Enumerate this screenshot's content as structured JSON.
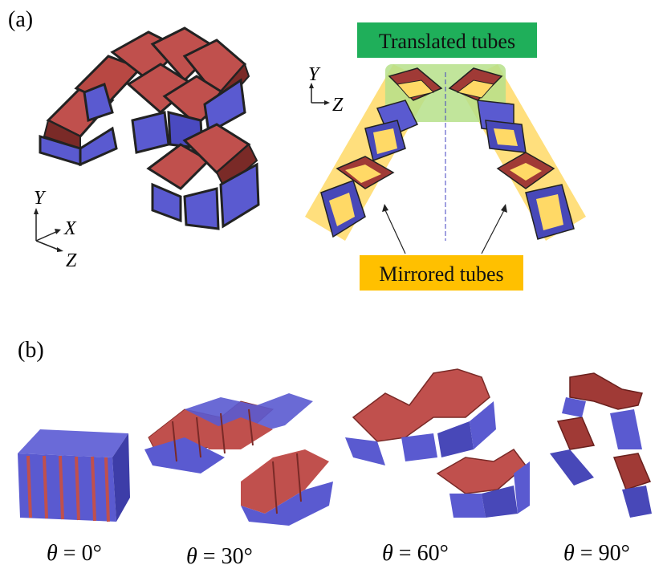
{
  "panel_a": {
    "label": "(a)",
    "axes_3d": {
      "y": "Y",
      "x": "X",
      "z": "Z"
    },
    "axes_2d": {
      "y": "Y",
      "z": "Z"
    },
    "translated_label": "Translated tubes",
    "mirrored_label": "Mirrored tubes"
  },
  "panel_b": {
    "label": "(b)",
    "captions": [
      {
        "symbol": "θ",
        "eq": " = ",
        "value": "0°"
      },
      {
        "symbol": "θ",
        "eq": " = ",
        "value": "30°"
      },
      {
        "symbol": "θ",
        "eq": " = ",
        "value": "60°"
      },
      {
        "symbol": "θ",
        "eq": " = ",
        "value": "90°"
      }
    ]
  },
  "colors": {
    "red_face": "#c0504d",
    "dark_red": "#7a2a27",
    "blue_face": "#5a5ad0",
    "dark_blue": "#2f2f8a",
    "green_box": "#1faf5a",
    "orange_box": "#ffc000",
    "yellow_band": "#ffd966",
    "green_band": "#b6e08a"
  }
}
